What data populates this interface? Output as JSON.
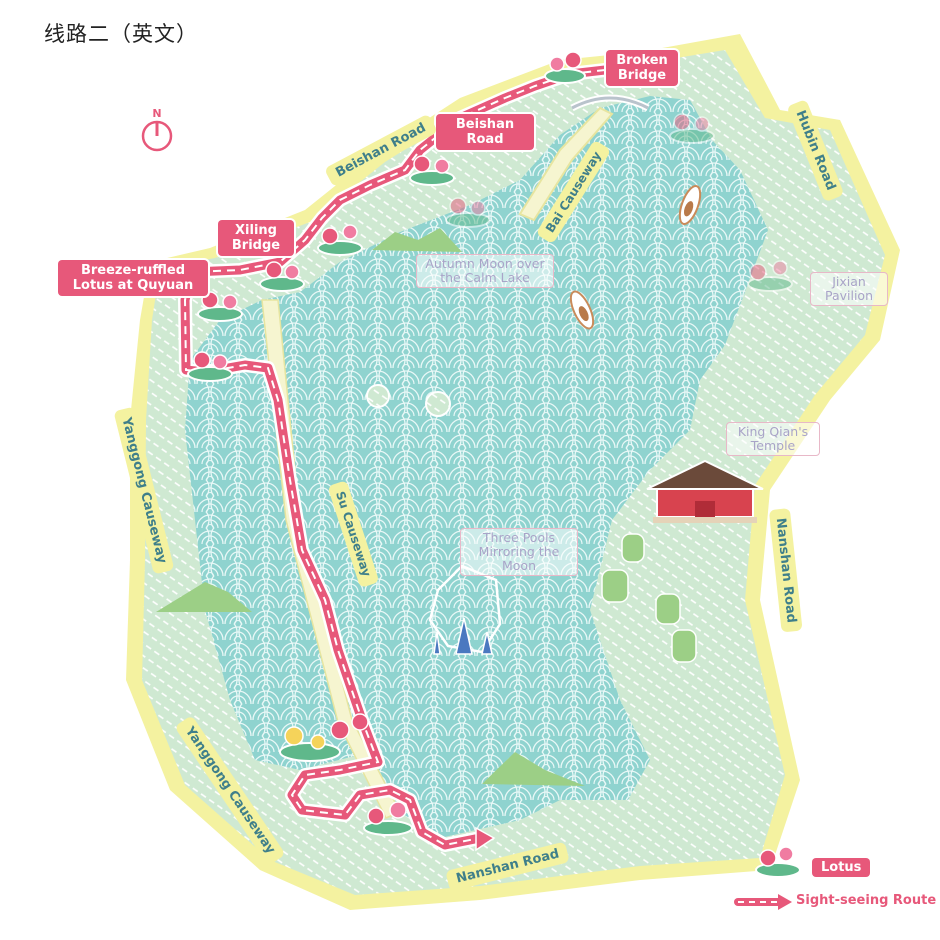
{
  "title": "线路二（英文）",
  "compass": {
    "label": "N"
  },
  "route_labels": {
    "broken_bridge": "Broken Bridge",
    "beishan_road": "Beishan Road",
    "xiling_bridge": "Xiling Bridge",
    "quyuan": "Breeze-ruffled Lotus at Quyuan"
  },
  "scenic_labels": {
    "autumn_moon": "Autumn Moon over the Calm Lake",
    "jixian": "Jixian Pavilion",
    "king_qian": "King Qian's Temple",
    "three_pools": "Three Pools Mirroring the Moon"
  },
  "roads": {
    "beishan": "Beishan Road",
    "hubin": "Hubin Road",
    "bai_causeway": "Bai Causeway",
    "su_causeway": "Su Causeway",
    "yanggong_upper": "Yanggong Causeway",
    "yanggong_lower": "Yanggong Causeway",
    "nanshan_east": "Nanshan Road",
    "nanshan_south": "Nanshan Road"
  },
  "legend": {
    "lotus": "Lotus",
    "route": "Sight-seeing Route"
  },
  "colors": {
    "water": "#8fd3cf",
    "land": "#d4ecd4",
    "road": "#f4f2a0",
    "route": "#e7587a",
    "ghost_border": "#e8b8c8"
  }
}
